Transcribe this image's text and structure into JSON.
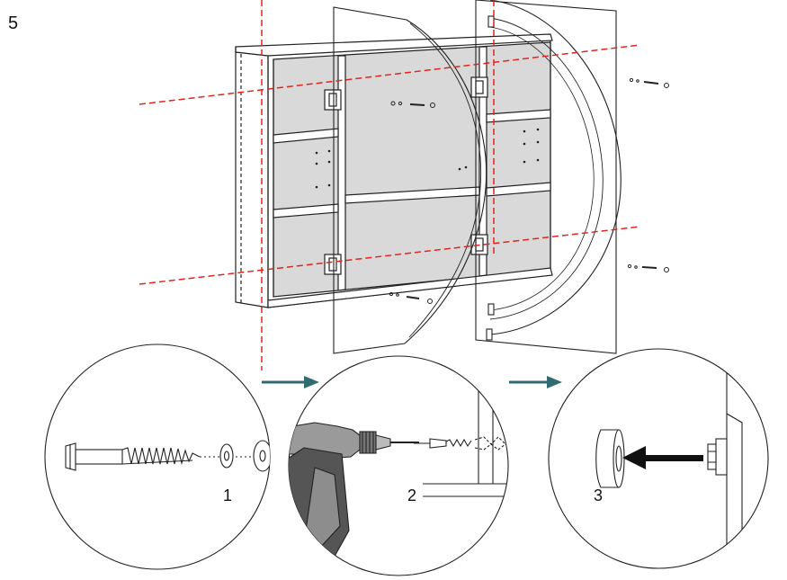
{
  "step_number": "5",
  "detail_labels": [
    "1",
    "2",
    "3"
  ],
  "colors": {
    "guide_line": "#e0261f",
    "arrow": "#2f6b70",
    "cabinet_back": "#d9d9d9",
    "outline": "#222222"
  },
  "icons": [
    "screw-icon",
    "washer-icon",
    "drill-icon",
    "wall-anchor-icon",
    "cap-icon",
    "push-arrow-icon"
  ]
}
